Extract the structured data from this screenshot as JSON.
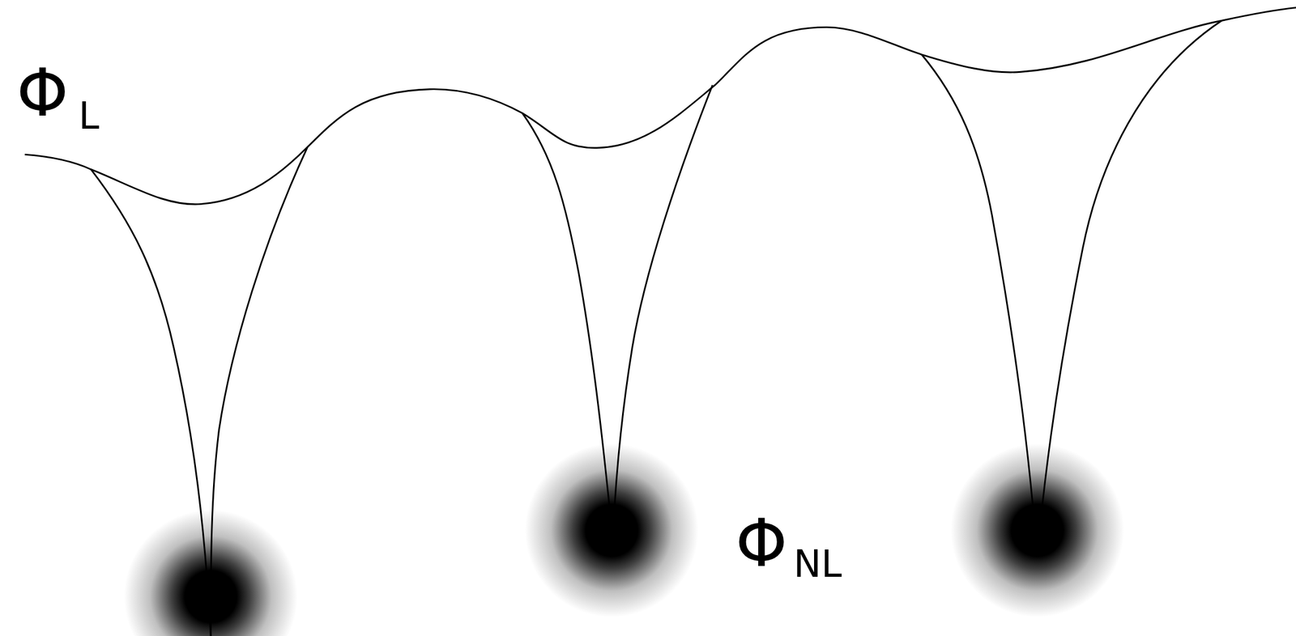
{
  "diagram": {
    "labels": [
      "Φ",
      "L",
      "Φ",
      "NL"
    ]
  }
}
